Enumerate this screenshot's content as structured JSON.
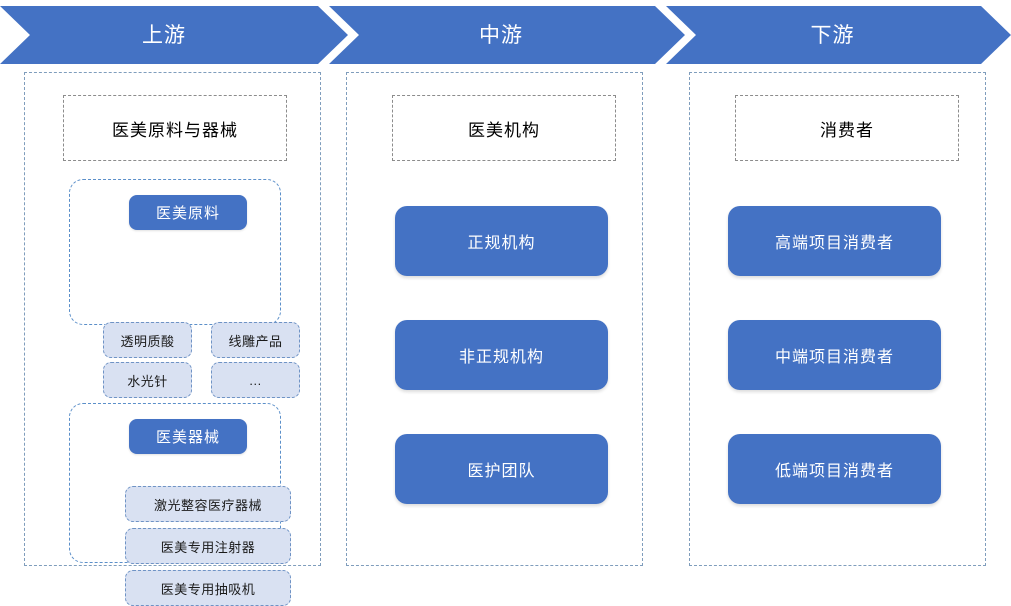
{
  "banner": {
    "segments": [
      {
        "label": "上游"
      },
      {
        "label": "中游"
      },
      {
        "label": "下游"
      }
    ]
  },
  "colors": {
    "primary_blue": "#4472C4",
    "chip_fill": "#D9E1F2",
    "chip_border": "#6f93c5",
    "column_border": "#7f9dbc",
    "title_border": "#8c8c8c"
  },
  "columns": {
    "upstream": {
      "title": "医美原料与器械",
      "groups": [
        {
          "header": "医美原料",
          "items": [
            "透明质酸",
            "线雕产品",
            "水光针",
            "…"
          ]
        },
        {
          "header": "医美器械",
          "items": [
            "激光整容医疗器械",
            "医美专用注射器",
            "医美专用抽吸机"
          ]
        }
      ]
    },
    "midstream": {
      "title": "医美机构",
      "cards": [
        "正规机构",
        "非正规机构",
        "医护团队"
      ]
    },
    "downstream": {
      "title": "消费者",
      "cards": [
        "高端项目消费者",
        "中端项目消费者",
        "低端项目消费者"
      ]
    }
  }
}
